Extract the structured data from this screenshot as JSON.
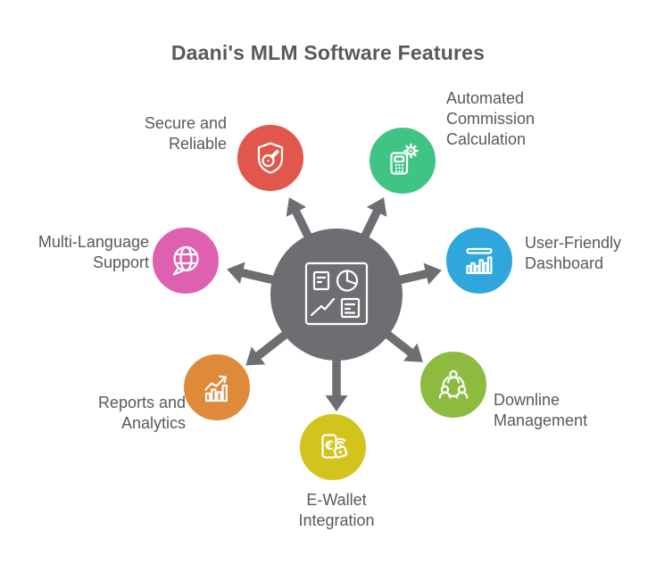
{
  "title": "Daani's MLM Software Features",
  "colors": {
    "hub": "#6d6e71",
    "text": "#58595b",
    "background": "#ffffff",
    "icon_stroke": "#ffffff"
  },
  "center": {
    "icon": "analytics-board-icon",
    "description": "central hub circle with seven radiating arrows"
  },
  "features": [
    {
      "id": "secure-reliable",
      "label": "Secure and Reliable",
      "lines": [
        "Secure and",
        "Reliable"
      ],
      "color": "#e2574c",
      "icon": "shield-gauge-icon"
    },
    {
      "id": "automated-commission-calculation",
      "label": "Automated Commission Calculation",
      "lines": [
        "Automated",
        "Commission",
        "Calculation"
      ],
      "color": "#3fc486",
      "icon": "calculator-gear-icon"
    },
    {
      "id": "multi-language-support",
      "label": "Multi-Language Support",
      "lines": [
        "Multi-Language",
        "Support"
      ],
      "color": "#df5fb0",
      "icon": "language-globe-icon"
    },
    {
      "id": "user-friendly-dashboard",
      "label": "User-Friendly Dashboard",
      "lines": [
        "User-Friendly",
        "Dashboard"
      ],
      "color": "#30a7dc",
      "icon": "dashboard-bars-icon"
    },
    {
      "id": "reports-analytics",
      "label": "Reports and Analytics",
      "lines": [
        "Reports and",
        "Analytics"
      ],
      "color": "#df8a3b",
      "icon": "growth-chart-icon"
    },
    {
      "id": "downline-management",
      "label": "Downline Management",
      "lines": [
        "Downline",
        "Management"
      ],
      "color": "#8dbb3f",
      "icon": "team-network-icon"
    },
    {
      "id": "e-wallet-integration",
      "label": "E-Wallet Integration",
      "lines": [
        "E-Wallet",
        "Integration"
      ],
      "color": "#d3c31d",
      "icon": "e-wallet-icon"
    }
  ]
}
